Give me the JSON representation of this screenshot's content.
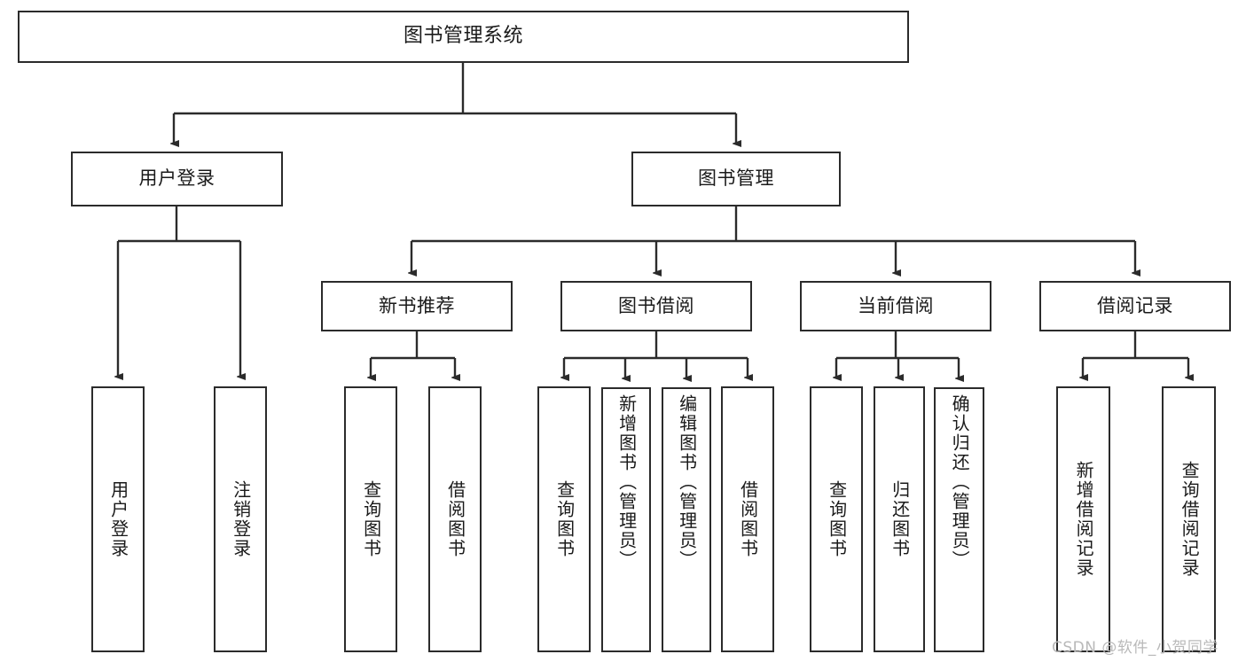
{
  "diagram": {
    "title": "图书管理系统",
    "type": "tree",
    "root": {
      "id": "root",
      "label": "图书管理系统"
    },
    "level2": [
      {
        "id": "user-login",
        "label": "用户登录"
      },
      {
        "id": "book-manage",
        "label": "图书管理"
      }
    ],
    "level3": [
      {
        "id": "new-book-recommend",
        "label": "新书推荐",
        "parent": "book-manage"
      },
      {
        "id": "book-borrow",
        "label": "图书借阅",
        "parent": "book-manage"
      },
      {
        "id": "current-borrow",
        "label": "当前借阅",
        "parent": "book-manage"
      },
      {
        "id": "borrow-record",
        "label": "借阅记录",
        "parent": "book-manage"
      }
    ],
    "leaves": [
      {
        "id": "leaf-user-login",
        "label": "用户登录",
        "parent": "user-login"
      },
      {
        "id": "leaf-logout",
        "label": "注销登录",
        "parent": "user-login"
      },
      {
        "id": "leaf-query-book-1",
        "label": "查询图书",
        "parent": "new-book-recommend"
      },
      {
        "id": "leaf-borrow-book-1",
        "label": "借阅图书",
        "parent": "new-book-recommend"
      },
      {
        "id": "leaf-query-book-2",
        "label": "查询图书",
        "parent": "book-borrow"
      },
      {
        "id": "leaf-add-book",
        "label": "新增图书（管理员）",
        "parent": "book-borrow"
      },
      {
        "id": "leaf-edit-book",
        "label": "编辑图书（管理员）",
        "parent": "book-borrow"
      },
      {
        "id": "leaf-borrow-book-2",
        "label": "借阅图书",
        "parent": "book-borrow"
      },
      {
        "id": "leaf-query-book-3",
        "label": "查询图书",
        "parent": "current-borrow"
      },
      {
        "id": "leaf-return-book",
        "label": "归还图书",
        "parent": "current-borrow"
      },
      {
        "id": "leaf-confirm-return",
        "label": "确认归还（管理员）",
        "parent": "current-borrow"
      },
      {
        "id": "leaf-add-record",
        "label": "新增借阅记录",
        "parent": "borrow-record"
      },
      {
        "id": "leaf-query-record",
        "label": "查询借阅记录",
        "parent": "borrow-record"
      }
    ],
    "colors": {
      "stroke": "#2b2b2b",
      "fill": "#ffffff",
      "text": "#1a1a1a",
      "watermark": "#b9b9b9"
    }
  },
  "watermark": {
    "text": "CSDN @软件_小贺同学"
  }
}
